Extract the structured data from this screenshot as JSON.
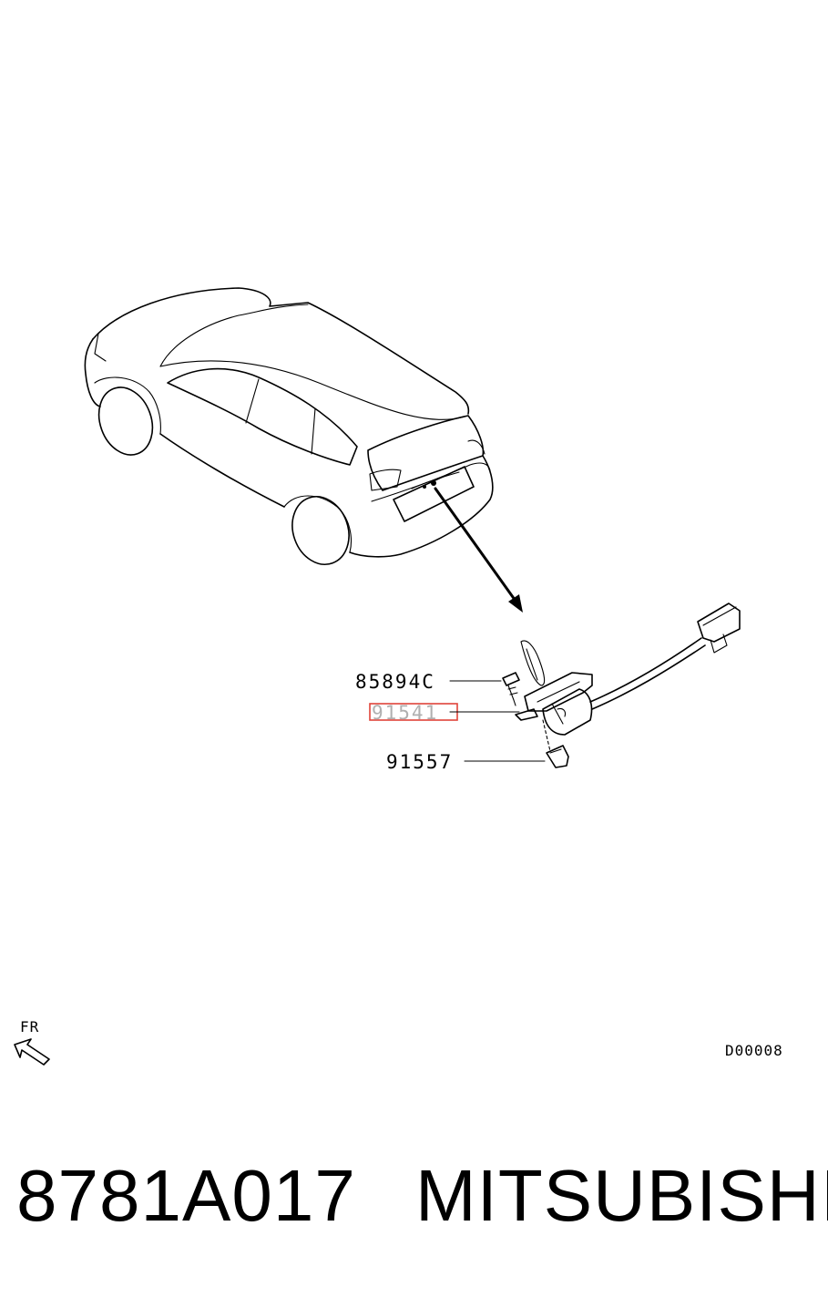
{
  "callouts": [
    {
      "id": "screw",
      "label": "85894C"
    },
    {
      "id": "camera",
      "label": "91541",
      "highlighted": true
    },
    {
      "id": "clip",
      "label": "91557"
    }
  ],
  "direction_indicator": {
    "label": "FR",
    "icon": "front-direction-arrow-icon"
  },
  "diagram_code": "D00008",
  "footer": {
    "part_number": "8781A017",
    "brand": "MITSUBISHI"
  },
  "colors": {
    "line": "#000000",
    "highlight_box": "#e0443a",
    "highlight_text": "#b0b0b0",
    "background": "#ffffff"
  }
}
